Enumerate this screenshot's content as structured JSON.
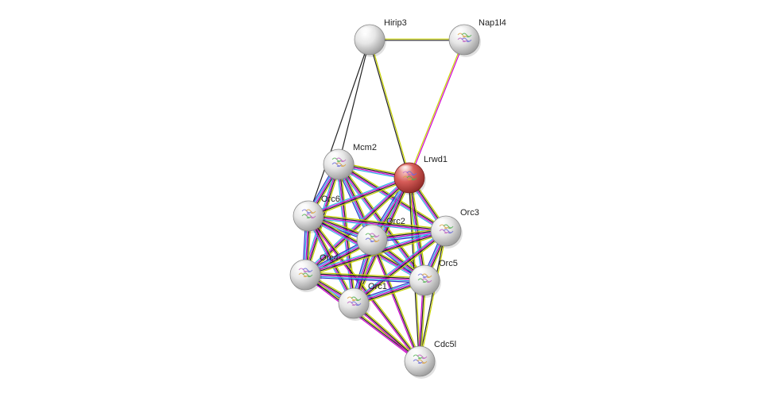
{
  "diagram": {
    "type": "protein-interaction-network",
    "query_node": "Lrwd1",
    "nodes": [
      {
        "id": "Hirip3",
        "label": "Hirip3",
        "color": "#e8e8e8",
        "has_structure": false
      },
      {
        "id": "Nap1l4",
        "label": "Nap1l4",
        "color": "#e8e8e8",
        "has_structure": true
      },
      {
        "id": "Mcm2",
        "label": "Mcm2",
        "color": "#e8e8e8",
        "has_structure": true
      },
      {
        "id": "Lrwd1",
        "label": "Lrwd1",
        "color": "#d9534f",
        "has_structure": true
      },
      {
        "id": "Orc6",
        "label": "Orc6",
        "color": "#e8e8e8",
        "has_structure": true
      },
      {
        "id": "Orc3",
        "label": "Orc3",
        "color": "#e8e8e8",
        "has_structure": true
      },
      {
        "id": "Orc2",
        "label": "Orc2",
        "color": "#e8e8e8",
        "has_structure": true
      },
      {
        "id": "Orc4",
        "label": "Orc4",
        "color": "#e8e8e8",
        "has_structure": true
      },
      {
        "id": "Orc5",
        "label": "Orc5",
        "color": "#e8e8e8",
        "has_structure": true
      },
      {
        "id": "Orc1",
        "label": "Orc1",
        "color": "#e8e8e8",
        "has_structure": true
      },
      {
        "id": "Cdc5l",
        "label": "Cdc5l",
        "color": "#e8e8e8",
        "has_structure": true
      }
    ],
    "edges": [
      {
        "source": "Hirip3",
        "target": "Nap1l4",
        "types": [
          "textmining",
          "coexpression"
        ]
      },
      {
        "source": "Hirip3",
        "target": "Lrwd1",
        "types": [
          "textmining",
          "coexpression"
        ]
      },
      {
        "source": "Hirip3",
        "target": "Mcm2",
        "types": [
          "coexpression"
        ]
      },
      {
        "source": "Hirip3",
        "target": "Orc6",
        "types": [
          "coexpression"
        ]
      },
      {
        "source": "Nap1l4",
        "target": "Lrwd1",
        "types": [
          "experiments",
          "textmining"
        ]
      },
      {
        "source": "Mcm2",
        "target": "Lrwd1",
        "types": [
          "textmining",
          "coexpression",
          "experiments",
          "databases"
        ]
      },
      {
        "source": "Mcm2",
        "target": "Orc6",
        "types": [
          "textmining",
          "coexpression",
          "experiments",
          "databases",
          "homology"
        ]
      },
      {
        "source": "Mcm2",
        "target": "Orc2",
        "types": [
          "textmining",
          "coexpression",
          "experiments",
          "databases",
          "homology"
        ]
      },
      {
        "source": "Mcm2",
        "target": "Orc3",
        "types": [
          "textmining",
          "coexpression",
          "experiments",
          "databases"
        ]
      },
      {
        "source": "Mcm2",
        "target": "Orc4",
        "types": [
          "textmining",
          "coexpression",
          "experiments",
          "databases"
        ]
      },
      {
        "source": "Mcm2",
        "target": "Orc5",
        "types": [
          "textmining",
          "coexpression",
          "experiments",
          "databases"
        ]
      },
      {
        "source": "Mcm2",
        "target": "Orc1",
        "types": [
          "textmining",
          "coexpression",
          "experiments",
          "databases"
        ]
      },
      {
        "source": "Lrwd1",
        "target": "Orc6",
        "types": [
          "textmining",
          "coexpression",
          "experiments",
          "databases"
        ]
      },
      {
        "source": "Lrwd1",
        "target": "Orc2",
        "types": [
          "textmining",
          "coexpression",
          "experiments",
          "databases",
          "homology"
        ]
      },
      {
        "source": "Lrwd1",
        "target": "Orc3",
        "types": [
          "textmining",
          "coexpression",
          "experiments",
          "databases"
        ]
      },
      {
        "source": "Lrwd1",
        "target": "Orc4",
        "types": [
          "textmining",
          "coexpression",
          "experiments",
          "databases"
        ]
      },
      {
        "source": "Lrwd1",
        "target": "Orc5",
        "types": [
          "textmining",
          "coexpression",
          "experiments",
          "databases"
        ]
      },
      {
        "source": "Lrwd1",
        "target": "Orc1",
        "types": [
          "textmining",
          "coexpression",
          "experiments",
          "databases"
        ]
      },
      {
        "source": "Lrwd1",
        "target": "Cdc5l",
        "types": [
          "textmining",
          "coexpression"
        ]
      },
      {
        "source": "Orc6",
        "target": "Orc2",
        "types": [
          "textmining",
          "coexpression",
          "experiments",
          "databases",
          "homology"
        ]
      },
      {
        "source": "Orc6",
        "target": "Orc3",
        "types": [
          "textmining",
          "coexpression",
          "experiments",
          "databases"
        ]
      },
      {
        "source": "Orc6",
        "target": "Orc4",
        "types": [
          "textmining",
          "coexpression",
          "experiments",
          "databases",
          "homology"
        ]
      },
      {
        "source": "Orc6",
        "target": "Orc5",
        "types": [
          "textmining",
          "coexpression",
          "experiments",
          "databases"
        ]
      },
      {
        "source": "Orc6",
        "target": "Orc1",
        "types": [
          "textmining",
          "coexpression",
          "experiments",
          "databases"
        ]
      },
      {
        "source": "Orc6",
        "target": "Cdc5l",
        "types": [
          "textmining",
          "coexpression",
          "experiments"
        ]
      },
      {
        "source": "Orc2",
        "target": "Orc3",
        "types": [
          "textmining",
          "coexpression",
          "experiments",
          "databases",
          "homology"
        ]
      },
      {
        "source": "Orc2",
        "target": "Orc4",
        "types": [
          "textmining",
          "coexpression",
          "experiments",
          "databases",
          "homology"
        ]
      },
      {
        "source": "Orc2",
        "target": "Orc5",
        "types": [
          "textmining",
          "coexpression",
          "experiments",
          "databases",
          "homology"
        ]
      },
      {
        "source": "Orc2",
        "target": "Orc1",
        "types": [
          "textmining",
          "coexpression",
          "experiments",
          "databases",
          "homology"
        ]
      },
      {
        "source": "Orc2",
        "target": "Cdc5l",
        "types": [
          "textmining",
          "coexpression",
          "experiments"
        ]
      },
      {
        "source": "Orc3",
        "target": "Orc4",
        "types": [
          "textmining",
          "coexpression",
          "experiments",
          "databases"
        ]
      },
      {
        "source": "Orc3",
        "target": "Orc5",
        "types": [
          "textmining",
          "coexpression",
          "experiments",
          "databases",
          "homology"
        ]
      },
      {
        "source": "Orc3",
        "target": "Orc1",
        "types": [
          "textmining",
          "coexpression",
          "experiments",
          "databases"
        ]
      },
      {
        "source": "Orc3",
        "target": "Cdc5l",
        "types": [
          "textmining",
          "coexpression"
        ]
      },
      {
        "source": "Orc4",
        "target": "Orc5",
        "types": [
          "textmining",
          "coexpression",
          "experiments",
          "databases",
          "homology"
        ]
      },
      {
        "source": "Orc4",
        "target": "Orc1",
        "types": [
          "textmining",
          "coexpression",
          "experiments",
          "databases",
          "homology"
        ]
      },
      {
        "source": "Orc4",
        "target": "Cdc5l",
        "types": [
          "textmining",
          "coexpression",
          "experiments"
        ]
      },
      {
        "source": "Orc5",
        "target": "Orc1",
        "types": [
          "textmining",
          "coexpression",
          "experiments",
          "databases",
          "homology"
        ]
      },
      {
        "source": "Orc5",
        "target": "Cdc5l",
        "types": [
          "textmining",
          "coexpression",
          "experiments"
        ]
      },
      {
        "source": "Orc1",
        "target": "Cdc5l",
        "types": [
          "textmining",
          "coexpression",
          "experiments"
        ]
      }
    ],
    "edge_colors": {
      "textmining": "#c8d400",
      "coexpression": "#222222",
      "experiments": "#d100d1",
      "databases": "#33b5e5",
      "homology": "#3333cc"
    }
  }
}
